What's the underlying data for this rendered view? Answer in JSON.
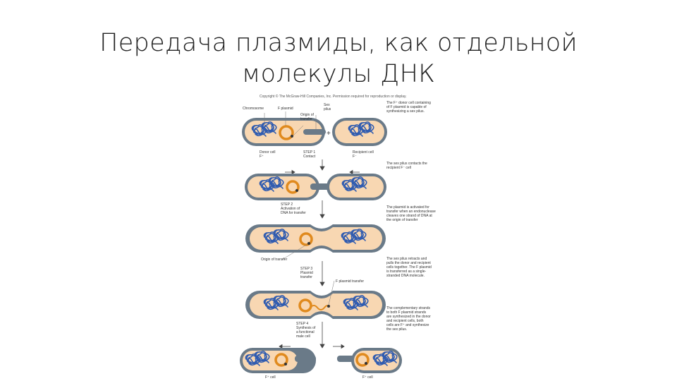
{
  "slide": {
    "title_line1": "Передача плазмиды, как отдельной",
    "title_line2": "молекулы ДНК"
  },
  "figure": {
    "copyright": "Copyright © The McGraw-Hill Companies, Inc. Permission required for reproduction or display.",
    "labels": {
      "chromosome": "Chromosome",
      "f_plasmid": "F plasmid",
      "origin_of_transfer_top": "Origin of\ntransfer",
      "sex_pilus": "Sex\npilus",
      "donor_cell": "Donor cell\nF⁺",
      "step1": "STEP 1\nContact",
      "recipient_cell": "Recipient cell\nF⁻",
      "step2": "STEP 2\nActivation of\nDNA for transfer",
      "origin_of_transfer": "Origin of transfer",
      "step3": "STEP 3\nPlasmid\ntransfer",
      "f_plasmid_transfer": "F plasmid transfer",
      "step4": "STEP 4\nSynthesis of\na functional\nmale cell",
      "f_plus_cell_left": "F⁺ cell",
      "f_plus_cell_right": "F⁺ cell"
    },
    "descriptions": [
      "The F⁺ donor cell containing\nof F plasmid is capable of\nsynthesizing a sex pilus.",
      "The sex pilus contacts the\nrecipient F⁻ cell",
      "The plasmid is activated for\ntransfer when an endonuclease\ncleaves one strand of DNA at\nthe origin of transfer",
      "The sex pilus retracts and\npulls the donor and recipient\ncells together. The F plasmid\nis transferred as a single-\nstranded DNA molecule.",
      "The complementary strands\nto both F plasmid strands\nare synthesized in the donor\nand recipient cells, both\ncells are F⁺ and synthesize\nthe sex pilus."
    ],
    "colors": {
      "cell_fill": "#f8d7b2",
      "cell_wall": "#6a7a88",
      "chromosome": "#2f5bb0",
      "plasmid": "#e08a1e"
    }
  }
}
